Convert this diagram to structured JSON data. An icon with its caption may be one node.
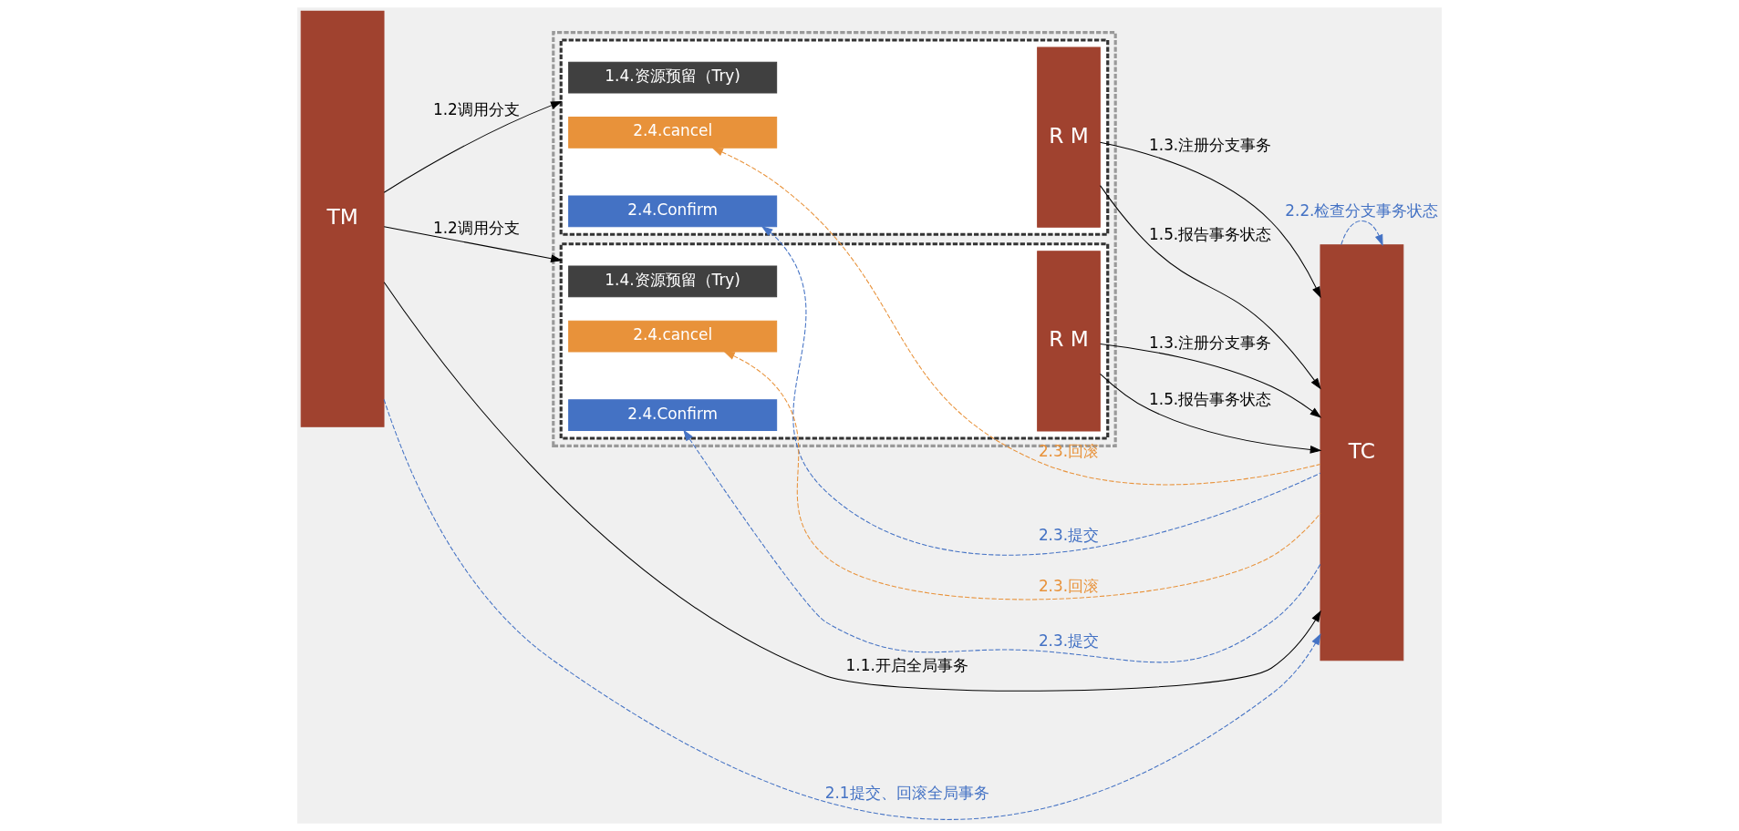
{
  "diagram": {
    "nodes": [
      {
        "text": [
          "TM"
        ]
      },
      {
        "text": [],
        "shape": "box"
      },
      {
        "text": [],
        "shape": "box",
        "in": 1
      },
      {
        "text": [
          "1.4.资源预留（Try)"
        ],
        "in": 2
      },
      {
        "text": [
          "R M"
        ],
        "in": 2
      },
      {
        "text": [
          "2.4.Confirm"
        ],
        "in": 2
      },
      {
        "text": [
          "2.4.cancel"
        ],
        "in": 2
      },
      {
        "text": [],
        "shape": "box",
        "in": 1
      },
      {
        "text": [
          "1.4.资源预留（Try)"
        ],
        "in": 7
      },
      {
        "text": [
          "R M"
        ],
        "in": 7
      },
      {
        "text": [
          "2.4.Confirm"
        ],
        "in": 7
      },
      {
        "text": [
          "2.4.cancel"
        ],
        "in": 7
      },
      {
        "text": [
          "TC"
        ]
      }
    ],
    "edges": [
      {
        "from": 0,
        "to": 12,
        "arrow": "to",
        "label": "1.1.开启全局事务"
      },
      {
        "from": 0,
        "to": 2,
        "arrow": "to",
        "label": "1.2调用分支"
      },
      {
        "from": 4,
        "to": 12,
        "arrow": "to",
        "label": "1.3.注册分支事务"
      },
      {
        "from": 4,
        "to": 12,
        "arrow": "to",
        "label": "1.5.报告事务状态"
      },
      {
        "from": 12,
        "to": 5,
        "arrow": "to",
        "label": "2.3.提交",
        "style": "dashed",
        "color": "#4472c4"
      },
      {
        "from": 12,
        "to": 6,
        "arrow": "to",
        "label": "2.3.回滚",
        "style": "dashed",
        "color": "#e8923a"
      },
      {
        "from": 0,
        "to": 7,
        "arrow": "to",
        "label": "1.2调用分支"
      },
      {
        "from": 9,
        "to": 12,
        "arrow": "to",
        "label": "1.3.注册分支事务"
      },
      {
        "from": 9,
        "to": 12,
        "arrow": "to",
        "label": "1.5.报告事务状态"
      },
      {
        "from": 12,
        "to": 10,
        "arrow": "to",
        "label": "2.3.提交",
        "style": "dashed",
        "color": "#4472c4"
      },
      {
        "from": 12,
        "to": 11,
        "arrow": "to",
        "label": "2.3.回滚",
        "style": "dashed",
        "color": "#e8923a"
      },
      {
        "from": 0,
        "to": 12,
        "arrow": "to",
        "label": "2.1提交、回滚全局事务",
        "style": "dashed",
        "color": "#4472c4"
      },
      {
        "from": 12,
        "to": 12,
        "arrow": "to",
        "label": "2.2.检查分支事务状态",
        "style": "dashed",
        "color": "#4472c4"
      }
    ]
  }
}
